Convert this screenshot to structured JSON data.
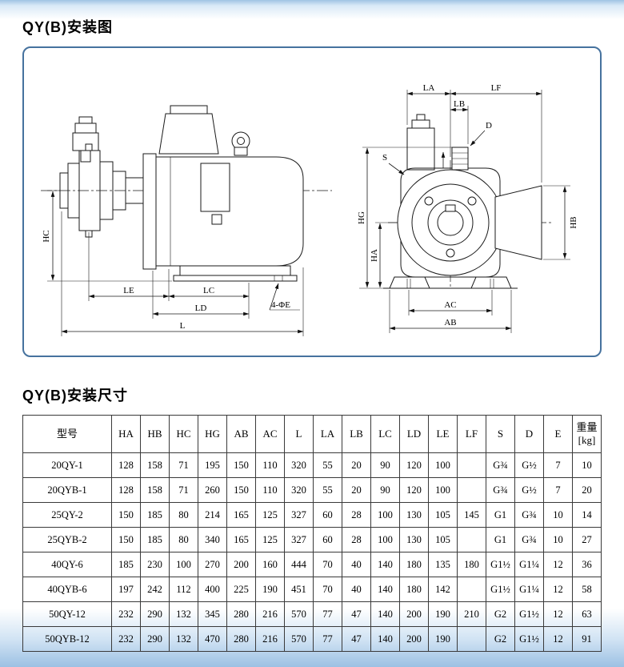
{
  "titles": {
    "diagram_section": "QY(B)安装图",
    "table_section": "QY(B)安装尺寸"
  },
  "diagram": {
    "side_view": {
      "hc": "HC",
      "le": "LE",
      "lc": "LC",
      "ld": "LD",
      "l": "L",
      "foot_hole": "4-ΦE"
    },
    "end_view": {
      "la": "LA",
      "lf": "LF",
      "lb": "LB",
      "d": "D",
      "s": "S",
      "hg": "HG",
      "ha": "HA",
      "hb": "HB",
      "ac": "AC",
      "ab": "AB"
    }
  },
  "table": {
    "headers": [
      "型号",
      "HA",
      "HB",
      "HC",
      "HG",
      "AB",
      "AC",
      "L",
      "LA",
      "LB",
      "LC",
      "LD",
      "LE",
      "LF",
      "S",
      "D",
      "E",
      "重量\n[kg]"
    ],
    "rows": [
      [
        "20QY-1",
        "128",
        "158",
        "71",
        "195",
        "150",
        "110",
        "320",
        "55",
        "20",
        "90",
        "120",
        "100",
        "",
        "G¾",
        "G½",
        "7",
        "10"
      ],
      [
        "20QYB-1",
        "128",
        "158",
        "71",
        "260",
        "150",
        "110",
        "320",
        "55",
        "20",
        "90",
        "120",
        "100",
        "",
        "G¾",
        "G½",
        "7",
        "20"
      ],
      [
        "25QY-2",
        "150",
        "185",
        "80",
        "214",
        "165",
        "125",
        "327",
        "60",
        "28",
        "100",
        "130",
        "105",
        "145",
        "G1",
        "G¾",
        "10",
        "14"
      ],
      [
        "25QYB-2",
        "150",
        "185",
        "80",
        "340",
        "165",
        "125",
        "327",
        "60",
        "28",
        "100",
        "130",
        "105",
        "",
        "G1",
        "G¾",
        "10",
        "27"
      ],
      [
        "40QY-6",
        "185",
        "230",
        "100",
        "270",
        "200",
        "160",
        "444",
        "70",
        "40",
        "140",
        "180",
        "135",
        "180",
        "G1½",
        "G1¼",
        "12",
        "36"
      ],
      [
        "40QYB-6",
        "197",
        "242",
        "112",
        "400",
        "225",
        "190",
        "451",
        "70",
        "40",
        "140",
        "180",
        "142",
        "",
        "G1½",
        "G1¼",
        "12",
        "58"
      ],
      [
        "50QY-12",
        "232",
        "290",
        "132",
        "345",
        "280",
        "216",
        "570",
        "77",
        "47",
        "140",
        "200",
        "190",
        "210",
        "G2",
        "G1½",
        "12",
        "63"
      ],
      [
        "50QYB-12",
        "232",
        "290",
        "132",
        "470",
        "280",
        "216",
        "570",
        "77",
        "47",
        "140",
        "200",
        "190",
        "",
        "G2",
        "G1½",
        "12",
        "91"
      ]
    ]
  }
}
